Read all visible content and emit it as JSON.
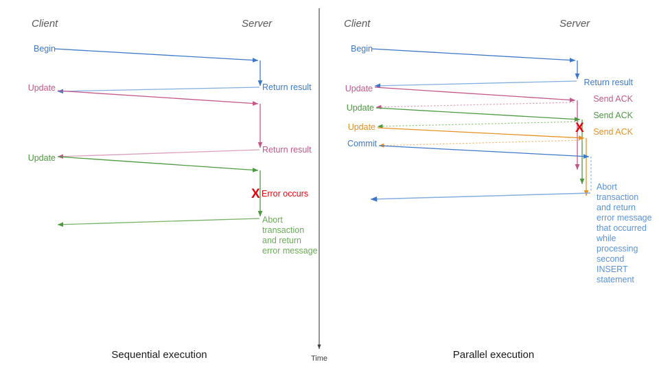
{
  "figure": {
    "background": "#ffffff",
    "divider_label": "Time",
    "left_caption": "Sequential execution",
    "right_caption": "Parallel execution"
  },
  "colors": {
    "blue": "#3d78c8",
    "blue_light": "#84aee0",
    "pink": "#c4578a",
    "pink_light": "#dba0bf",
    "green": "#4c9a3f",
    "green_light": "#93c77f",
    "orange": "#e89020",
    "orange_light": "#f3bd74",
    "red": "#e8000d",
    "gray": "#595959",
    "dark": "#1a1a1a",
    "axis": "#3c3c3c"
  },
  "left_panel": {
    "name": "Sequential execution",
    "actors": {
      "client": "Client",
      "server": "Server"
    },
    "caption": "Sequential execution",
    "client_labels": [
      {
        "text": "Begin",
        "color": "#3d78c8"
      },
      {
        "text": "Update",
        "color": "#c4578a"
      },
      {
        "text": "Update",
        "color": "#4c9a3f"
      }
    ],
    "server_labels": [
      {
        "text": "Return result",
        "color": "#3d78c8"
      },
      {
        "text": "Return result",
        "color": "#c4578a"
      }
    ],
    "error": {
      "mark": "X",
      "text": "Error occurs",
      "color": "#e8000d"
    },
    "abort_note": {
      "color": "#4c9a3f",
      "lines": [
        "Abort",
        "transaction",
        "and return",
        "error message"
      ]
    }
  },
  "right_panel": {
    "name": "Parallel execution",
    "actors": {
      "client": "Client",
      "server": "Server"
    },
    "caption": "Parallel execution",
    "client_labels": [
      {
        "text": "Begin",
        "color": "#3d78c8"
      },
      {
        "text": "Update",
        "color": "#c4578a"
      },
      {
        "text": "Update",
        "color": "#4c9a3f"
      },
      {
        "text": "Update",
        "color": "#e89020"
      },
      {
        "text": "Commit",
        "color": "#3d78c8"
      }
    ],
    "server_labels": [
      {
        "text": "Return result",
        "color": "#3d78c8"
      },
      {
        "text": "Send ACK",
        "color": "#c4578a"
      },
      {
        "text": "Send ACK",
        "color": "#4c9a3f"
      },
      {
        "text": "Send ACK",
        "color": "#e89020"
      }
    ],
    "error": {
      "mark": "X",
      "color": "#e8000d"
    },
    "abort_note": {
      "color": "#3d78c8",
      "lines": [
        "Abort",
        "transaction",
        "and return",
        "error message",
        "that occurred",
        "while",
        "processing",
        "second",
        "INSERT",
        "statement"
      ]
    }
  }
}
